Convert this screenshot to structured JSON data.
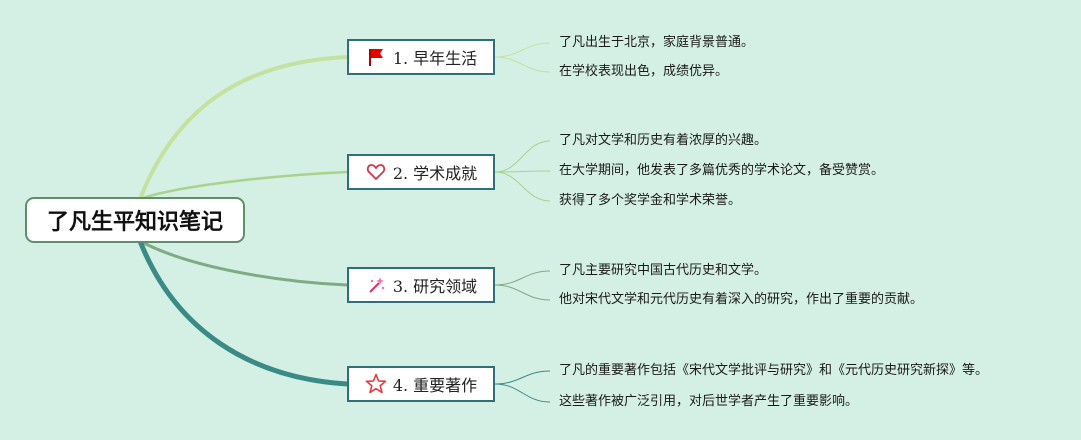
{
  "root": {
    "label": "了凡生平知识笔记"
  },
  "branches": [
    {
      "label": "1. 早年生活",
      "icon": "red-flag-icon",
      "color": "#c3e29f",
      "items": [
        "了凡出生于北京，家庭背景普通。",
        "在学校表现出色，成绩优异。"
      ]
    },
    {
      "label": "2. 学术成就",
      "icon": "heart-icon",
      "color": "#a6d48c",
      "items": [
        "了凡对文学和历史有着浓厚的兴趣。",
        "在大学期间，他发表了多篇优秀的学术论文，备受赞赏。",
        "获得了多个奖学金和学术荣誉。"
      ]
    },
    {
      "label": "3. 研究领域",
      "icon": "magic-wand-icon",
      "color": "#7eab84",
      "items": [
        "了凡主要研究中国古代历史和文学。",
        "他对宋代文学和元代历史有着深入的研究，作出了重要的贡献。"
      ]
    },
    {
      "label": "4. 重要著作",
      "icon": "star-icon",
      "color": "#3a8a86",
      "items": [
        "了凡的重要著作包括《宋代文学批评与研究》和《元代历史研究新探》等。",
        "这些著作被广泛引用，对后世学者产生了重要影响。"
      ]
    }
  ]
}
